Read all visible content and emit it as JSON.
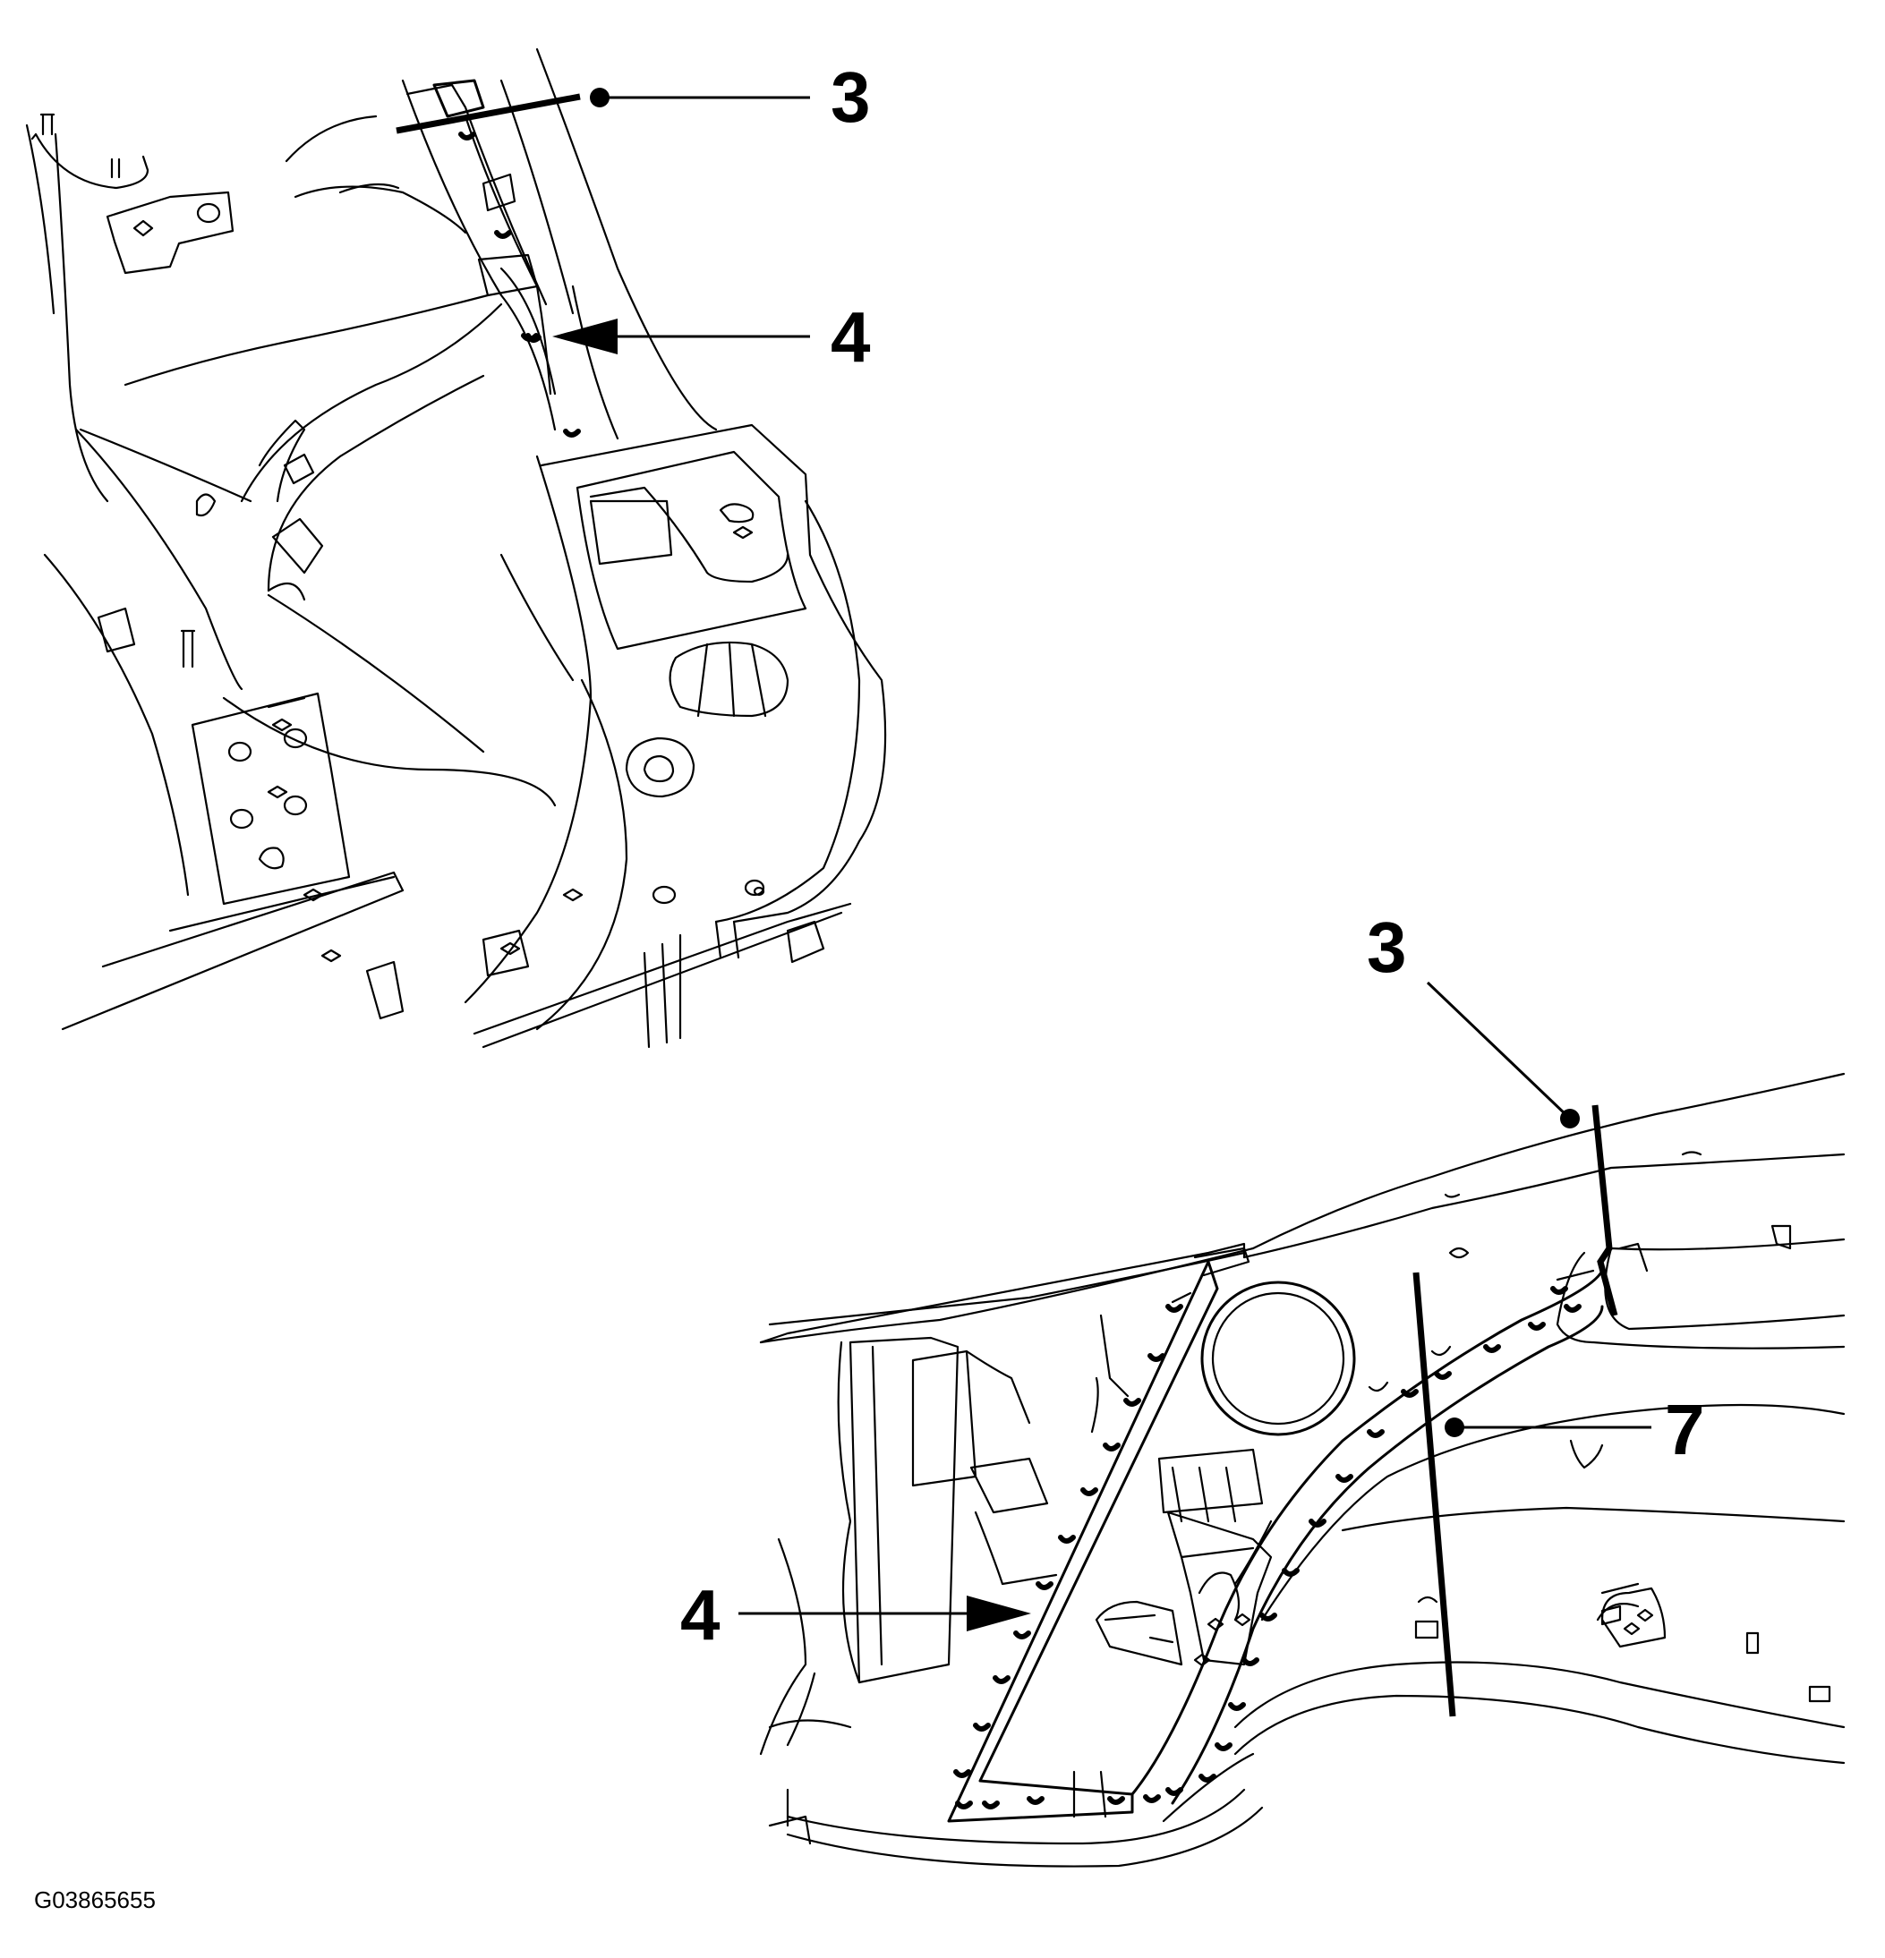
{
  "figure": {
    "id_code": "G03865655"
  },
  "top_view": {
    "callouts": [
      {
        "id": "cut-line",
        "label": "3"
      },
      {
        "id": "spot-welds",
        "label": "4"
      }
    ]
  },
  "bottom_view": {
    "callouts": [
      {
        "id": "cut-line",
        "label": "3"
      },
      {
        "id": "spot-welds",
        "label": "4"
      },
      {
        "id": "cut-line-2",
        "label": "7"
      }
    ]
  }
}
